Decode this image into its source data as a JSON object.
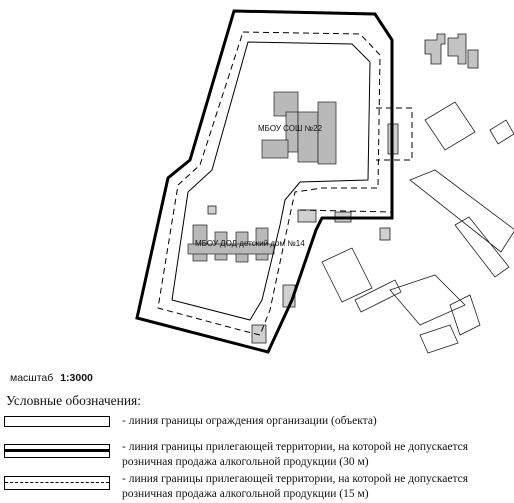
{
  "map": {
    "labels": {
      "school": "МБОУ СОШ №22",
      "children_house": "МБОУ ДОД детский дом №14"
    },
    "colors": {
      "building_gray": "#b9b9b9",
      "line": "#000000"
    }
  },
  "scale": {
    "label": "масштаб",
    "value": "1:3000"
  },
  "legend": {
    "title": "Условные обозначения:",
    "items": [
      {
        "kind": "thin-box",
        "text": "- линия границы ограждения организации (объекта)"
      },
      {
        "kind": "thick-line",
        "text": "- линия границы прилегающей территории, на которой не допускается розничная продажа алкогольной продукции (30 м)"
      },
      {
        "kind": "dashed-line",
        "text": "- линия границы прилегающей территории, на которой не допускается розничная продажа алкогольной продукции (15 м)"
      }
    ]
  }
}
